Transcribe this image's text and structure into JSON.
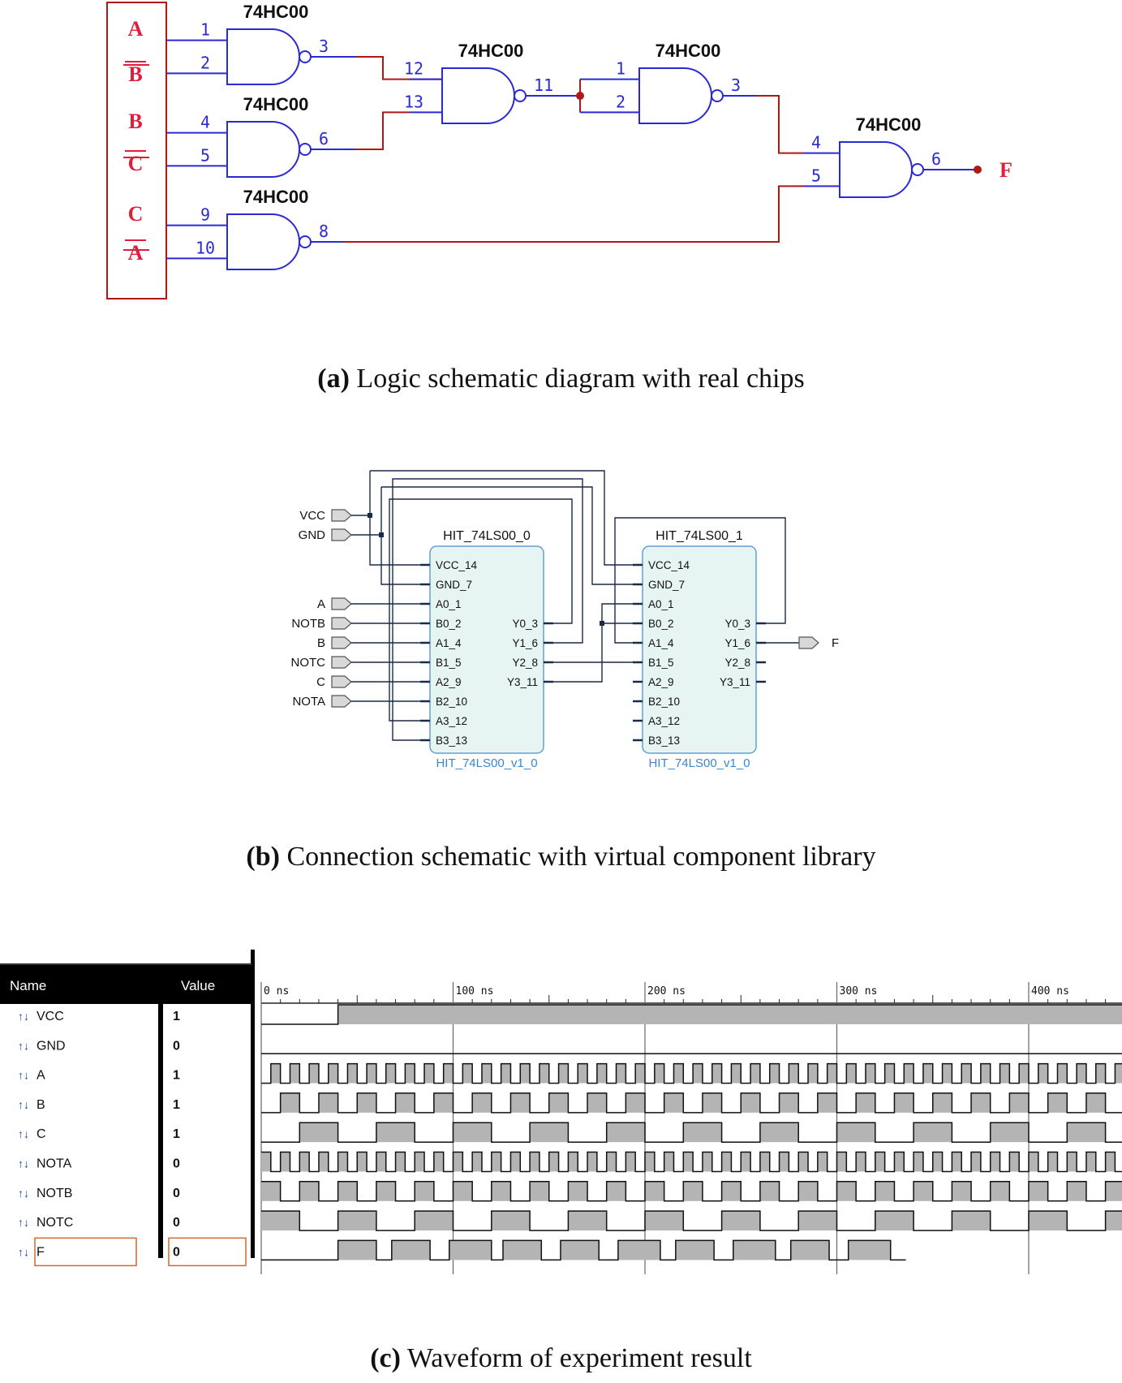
{
  "colors": {
    "gate": "#2a2ad4",
    "wire_red": "#b01818",
    "input_box": "#b01818",
    "pin_text": "#2a2ad4",
    "input_text": "#e0203a",
    "chip_fill": "#e6f4f2",
    "chip_border": "#5fa0d8",
    "chip_footer": "#3a86d0",
    "wave_fill": "#b4b4b4",
    "wave_bg": "#ffffff",
    "header_bg": "#000000"
  },
  "panel_a": {
    "inputs": [
      {
        "top": "A",
        "bottom": "B"
      },
      {
        "top": "B",
        "bottom": "C"
      },
      {
        "top": "C",
        "bottom": "A"
      }
    ],
    "gates": [
      {
        "chip": "74HC00",
        "in1": "1",
        "in2": "2",
        "out": "3"
      },
      {
        "chip": "74HC00",
        "in1": "4",
        "in2": "5",
        "out": "6"
      },
      {
        "chip": "74HC00",
        "in1": "9",
        "in2": "10",
        "out": "8"
      },
      {
        "chip": "74HC00",
        "in1": "12",
        "in2": "13",
        "out": "11"
      },
      {
        "chip": "74HC00",
        "in1": "1",
        "in2": "2",
        "out": "3"
      },
      {
        "chip": "74HC00",
        "in1": "4",
        "in2": "5",
        "out": "6"
      }
    ],
    "output": "F",
    "caption_tag": "(a)",
    "caption_text": " Logic schematic diagram with real chips"
  },
  "panel_b": {
    "power_ports": [
      "VCC",
      "GND"
    ],
    "input_ports": [
      "A",
      "NOTB",
      "B",
      "NOTC",
      "C",
      "NOTA"
    ],
    "output_port": "F",
    "chips": [
      {
        "title": "HIT_74LS00_0",
        "footer": "HIT_74LS00_v1_0"
      },
      {
        "title": "HIT_74LS00_1",
        "footer": "HIT_74LS00_v1_0"
      }
    ],
    "left_pins": [
      "VCC_14",
      "GND_7",
      "A0_1",
      "B0_2",
      "A1_4",
      "B1_5",
      "A2_9",
      "B2_10",
      "A3_12",
      "B3_13"
    ],
    "right_pins": [
      "Y0_3",
      "Y1_6",
      "Y2_8",
      "Y3_11"
    ],
    "caption_tag": "(b)",
    "caption_text": " Connection schematic with virtual component library"
  },
  "panel_c": {
    "header": {
      "name": "Name",
      "value": "Value"
    },
    "time_labels": [
      "0 ns",
      "100 ns",
      "200 ns",
      "300 ns",
      "400 ns"
    ],
    "signals": [
      {
        "name": "VCC",
        "value": "1"
      },
      {
        "name": "GND",
        "value": "0"
      },
      {
        "name": "A",
        "value": "1"
      },
      {
        "name": "B",
        "value": "1"
      },
      {
        "name": "C",
        "value": "1"
      },
      {
        "name": "NOTA",
        "value": "0"
      },
      {
        "name": "NOTB",
        "value": "0"
      },
      {
        "name": "NOTC",
        "value": "0"
      },
      {
        "name": "F",
        "value": "0"
      }
    ],
    "caption_tag": "(c)",
    "caption_text": " Waveform of experiment result"
  }
}
